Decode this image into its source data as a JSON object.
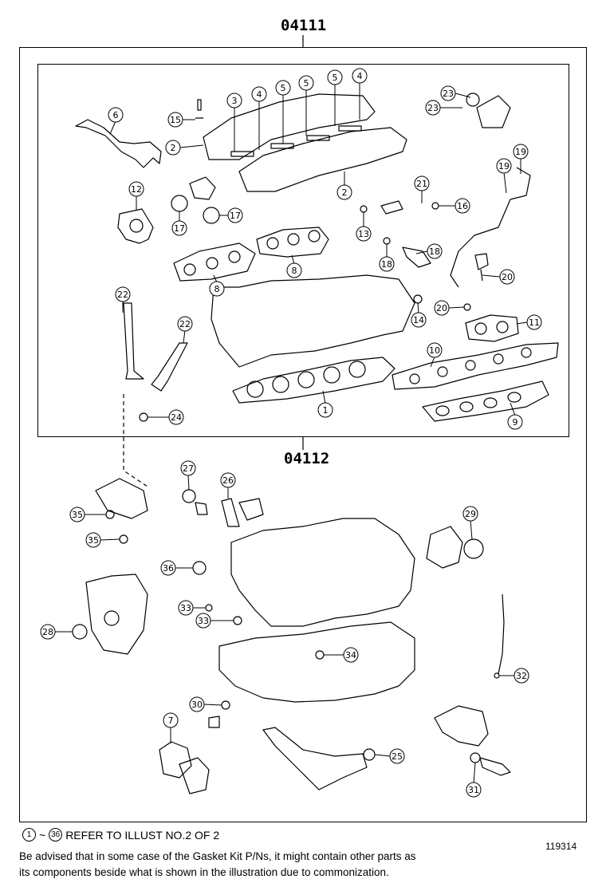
{
  "header": {
    "kit_code_top": "04111",
    "kit_code_mid": "04112"
  },
  "legend": {
    "from": "1",
    "tilde": "~",
    "to": "36",
    "text": "REFER TO ILLUST NO.2 OF 2"
  },
  "illustration_number": "119314",
  "note": {
    "line1": "Be advised that in some case of the Gasket Kit P/Ns,  it might contain other parts as",
    "line2": "its components beside what is shown in the illustration due to commonization."
  },
  "callouts": [
    {
      "num": "6"
    },
    {
      "num": "15"
    },
    {
      "num": "3"
    },
    {
      "num": "4"
    },
    {
      "num": "5"
    },
    {
      "num": "5"
    },
    {
      "num": "5"
    },
    {
      "num": "4"
    },
    {
      "num": "23"
    },
    {
      "num": "23"
    },
    {
      "num": "2"
    },
    {
      "num": "2"
    },
    {
      "num": "19"
    },
    {
      "num": "19"
    },
    {
      "num": "21"
    },
    {
      "num": "16"
    },
    {
      "num": "12"
    },
    {
      "num": "17"
    },
    {
      "num": "17"
    },
    {
      "num": "13"
    },
    {
      "num": "18"
    },
    {
      "num": "18"
    },
    {
      "num": "8"
    },
    {
      "num": "8"
    },
    {
      "num": "20"
    },
    {
      "num": "20"
    },
    {
      "num": "22"
    },
    {
      "num": "14"
    },
    {
      "num": "11"
    },
    {
      "num": "22"
    },
    {
      "num": "10"
    },
    {
      "num": "1"
    },
    {
      "num": "24"
    },
    {
      "num": "9"
    },
    {
      "num": "27"
    },
    {
      "num": "26"
    },
    {
      "num": "35"
    },
    {
      "num": "35"
    },
    {
      "num": "29"
    },
    {
      "num": "36"
    },
    {
      "num": "33"
    },
    {
      "num": "33"
    },
    {
      "num": "28"
    },
    {
      "num": "34"
    },
    {
      "num": "32"
    },
    {
      "num": "30"
    },
    {
      "num": "7"
    },
    {
      "num": "25"
    },
    {
      "num": "31"
    }
  ]
}
